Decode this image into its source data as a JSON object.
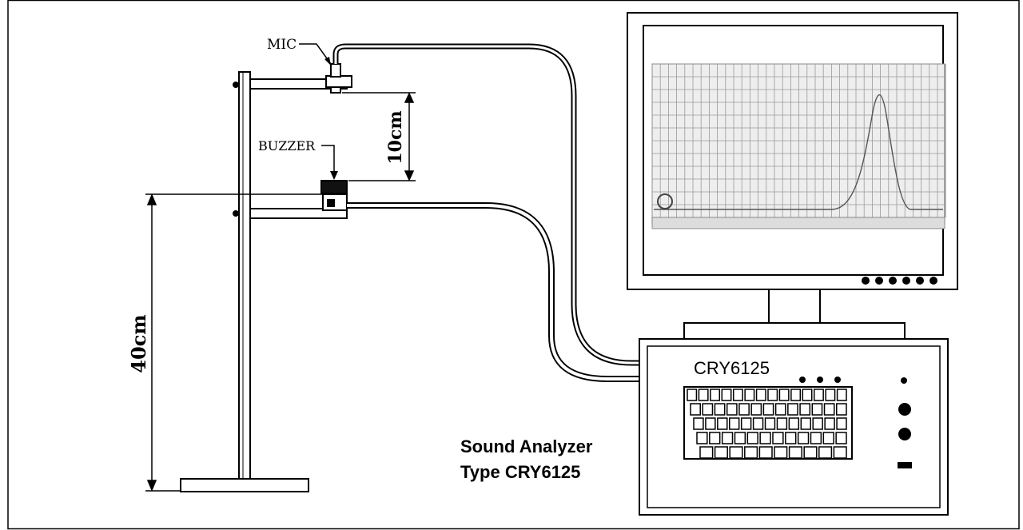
{
  "labels": {
    "mic": "MIC",
    "buzzer": "BUZZER",
    "dist_mic_buzzer": "10cm",
    "height": "40cm",
    "device_model": "CRY6125",
    "caption_line1": "Sound Analyzer",
    "caption_line2": "Type CRY6125"
  },
  "colors": {
    "line": "#000000",
    "background": "#ffffff",
    "screen_grid": "#9a9a9a"
  },
  "icons": {
    "keyboard": "keyboard-icon",
    "monitor_buttons": "dot-buttons"
  }
}
